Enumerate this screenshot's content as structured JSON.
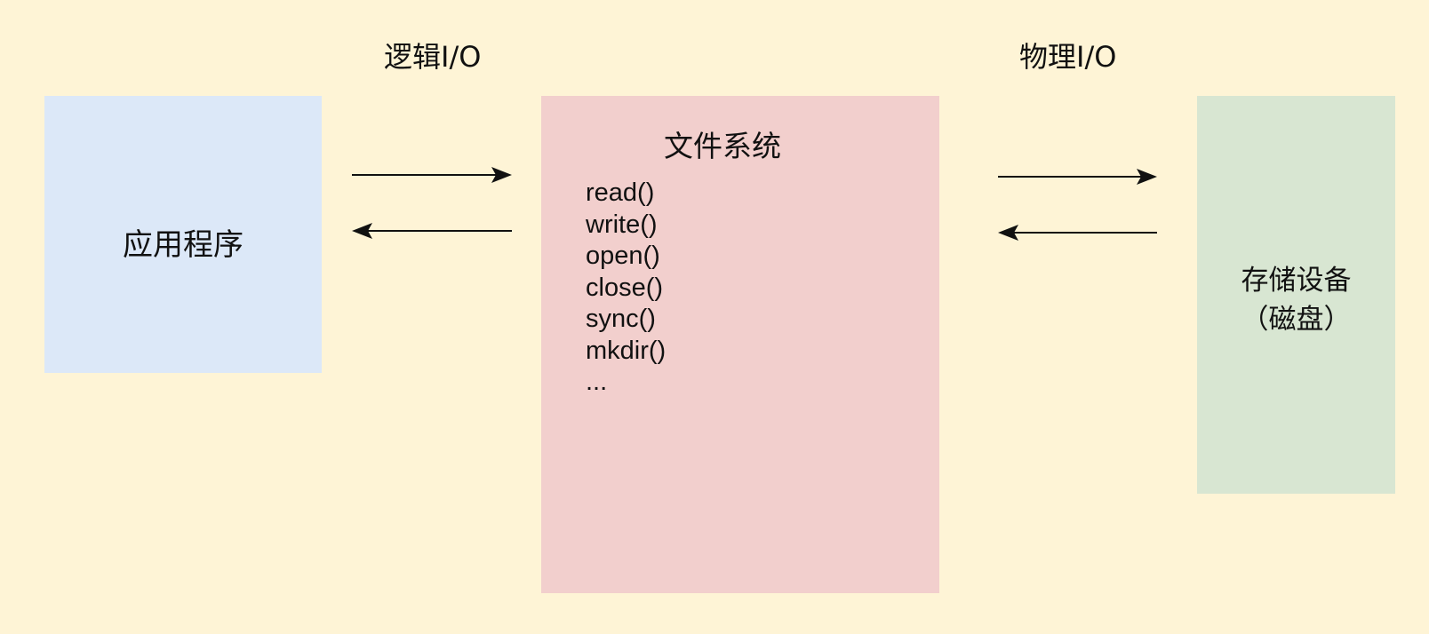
{
  "logical_io_label": "逻辑I/O",
  "physical_io_label": "物理I/O",
  "application": {
    "label": "应用程序"
  },
  "file_system": {
    "title": "文件系统",
    "calls": [
      "read()",
      "write()",
      "open()",
      "close()",
      "sync()",
      "mkdir()",
      "..."
    ]
  },
  "storage": {
    "line1": "存储设备",
    "line2": "（磁盘）"
  },
  "colors": {
    "background": "#fef4d6",
    "application_box": "#dce8f8",
    "file_system_box": "#f2cfcd",
    "storage_box": "#d8e6d2",
    "arrow": "#111111"
  }
}
